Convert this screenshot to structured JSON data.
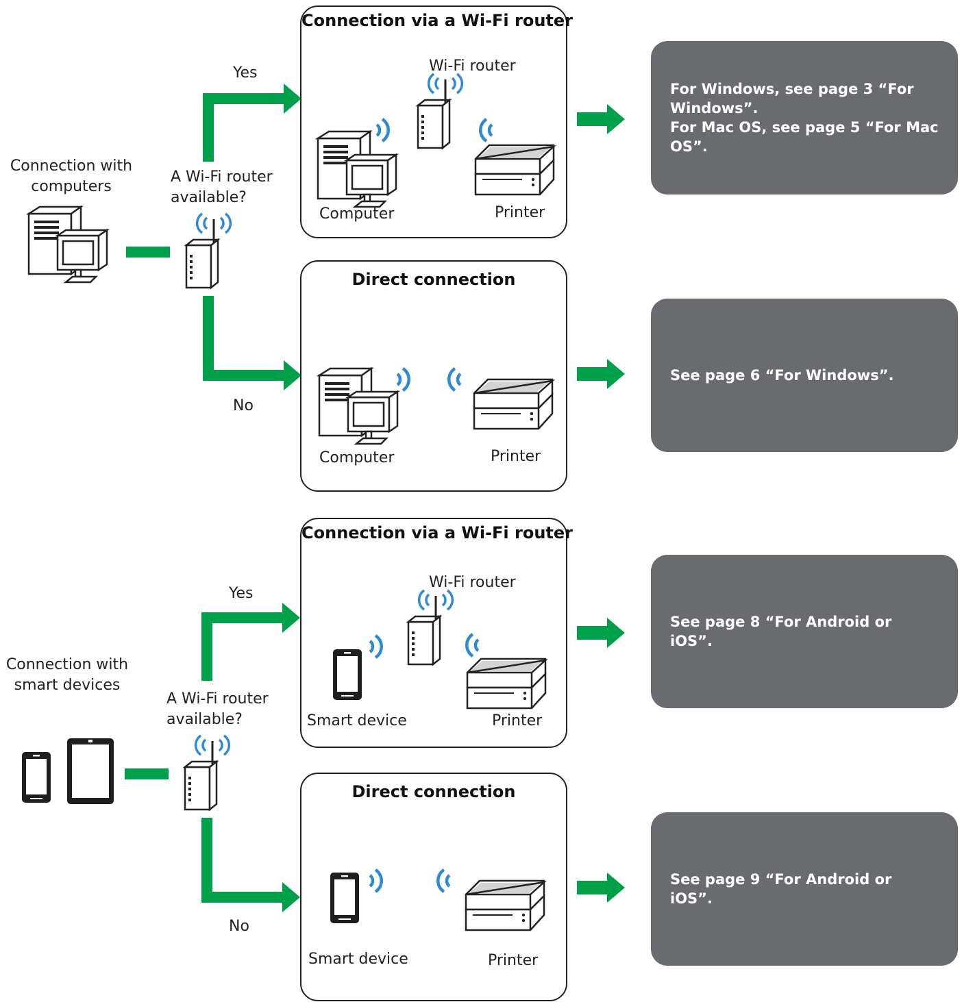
{
  "colors": {
    "arrow": "#00a04a",
    "result_box": "#6a6b6e",
    "wave": "#2f8ad6"
  },
  "computers": {
    "label_line1": "Connection with",
    "label_line2": "computers",
    "question_line1": "A Wi-Fi router",
    "question_line2": "available?",
    "yes": "Yes",
    "no": "No",
    "router_panel": {
      "title": "Connection via a Wi-Fi router",
      "router_label": "Wi-Fi router",
      "left_label": "Computer",
      "right_label": "Printer"
    },
    "direct_panel": {
      "title": "Direct connection",
      "left_label": "Computer",
      "right_label": "Printer"
    },
    "result_router": [
      "For Windows, see page 3 “For Windows”.",
      "For Mac OS, see page 5 “For Mac OS”."
    ],
    "result_direct": "See page 6 “For Windows”."
  },
  "smart": {
    "label_line1": "Connection with",
    "label_line2": "smart devices",
    "question_line1": "A Wi-Fi router",
    "question_line2": "available?",
    "yes": "Yes",
    "no": "No",
    "router_panel": {
      "title": "Connection via a Wi-Fi router",
      "router_label": "Wi-Fi router",
      "left_label": "Smart device",
      "right_label": "Printer"
    },
    "direct_panel": {
      "title": "Direct connection",
      "left_label": "Smart device",
      "right_label": "Printer"
    },
    "result_router": "See page 8 “For Android or iOS”.",
    "result_direct": "See page 9 “For Android or iOS”."
  },
  "icons": [
    "computer-icon",
    "wifi-router-icon",
    "printer-icon",
    "smartphone-icon",
    "tablet-icon",
    "wireless-signal-icon",
    "arrow-icon"
  ]
}
